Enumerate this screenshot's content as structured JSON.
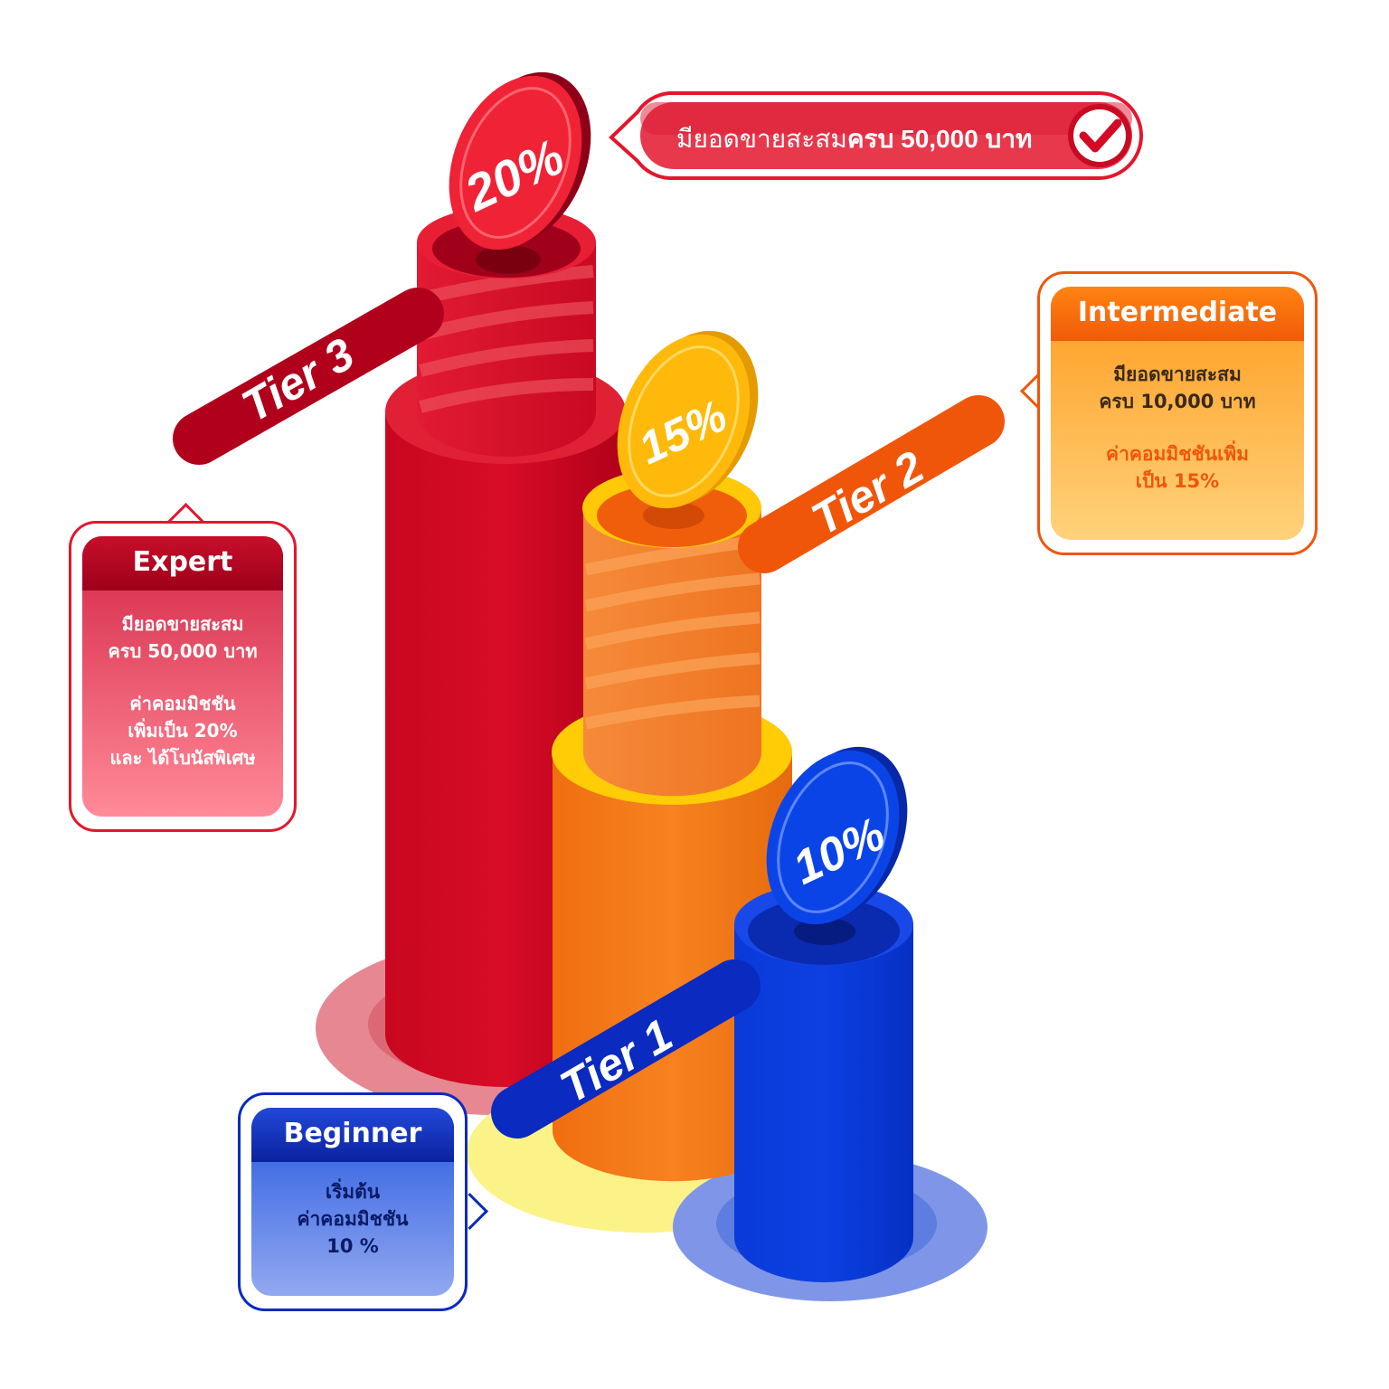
{
  "milestone": {
    "text_regular": "มียอดขายสะสม",
    "text_bold": "ครบ 50,000 บาท",
    "icon": "check-icon"
  },
  "tiers": [
    {
      "id": "tier3",
      "label": "Tier 3",
      "rate": "20%",
      "color": "#D40A25"
    },
    {
      "id": "tier2",
      "label": "Tier 2",
      "rate": "15%",
      "color": "#F47A1C"
    },
    {
      "id": "tier1",
      "label": "Tier 1",
      "rate": "10%",
      "color": "#0837D6"
    }
  ],
  "cards": {
    "expert": {
      "title": "Expert",
      "lines1": [
        "มียอดขายสะสม",
        "ครบ 50,000 บาท"
      ],
      "lines2": [
        "ค่าคอมมิชชัน",
        "เพิ่มเป็น 20%",
        "และ ได้โบนัสพิเศษ"
      ]
    },
    "intermediate": {
      "title": "Intermediate",
      "lines1": [
        "มียอดขายสะสม",
        "ครบ 10,000 บาท"
      ],
      "lines2": [
        "ค่าคอมมิชชันเพิ่ม",
        "เป็น 15%"
      ]
    },
    "beginner": {
      "title": "Beginner",
      "lines1": [
        "เริ่มต้น",
        "ค่าคอมมิชชัน",
        "10 %"
      ]
    }
  }
}
